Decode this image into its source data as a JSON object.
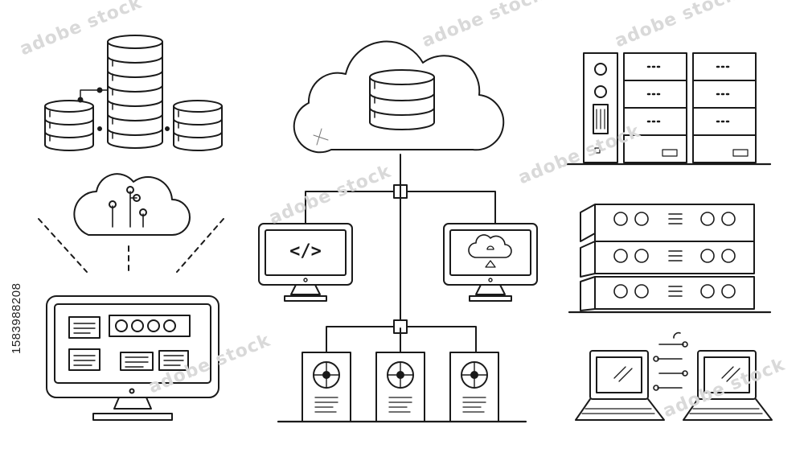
{
  "stock_id": "1583988208",
  "watermark": "adobe stock",
  "code_symbol": "</>",
  "stroke_color": "#1a1a1a",
  "background_color": "#ffffff",
  "groups": [
    "database-stack-icon",
    "cloud-network-icon",
    "desktop-dashboard-icon",
    "cloud-database-icon",
    "network-hierarchy-diagram",
    "server-rack-icon",
    "rack-units-icon",
    "laptop-sync-icon"
  ]
}
